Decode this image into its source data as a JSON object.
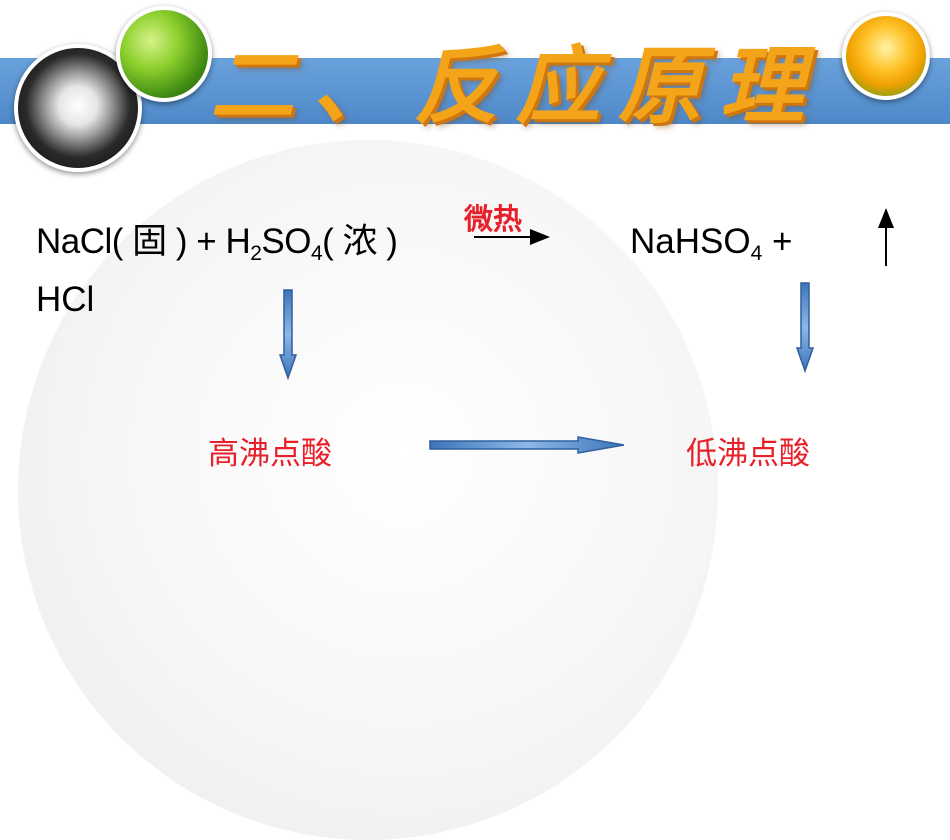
{
  "slide": {
    "title": "二、反应原理",
    "equation": {
      "left_part1": "NaCl( 固 ) + H",
      "left_sub1": "2",
      "left_part2": "SO",
      "left_sub2": "4",
      "left_part3": "( 浓 )",
      "condition": "微热",
      "right_part1": "NaHSO",
      "right_sub1": "4",
      "right_part2": " +",
      "product_line2": "HCl"
    },
    "labels": {
      "high_boiling_acid": "高沸点酸",
      "low_boiling_acid": "低沸点酸"
    },
    "colors": {
      "accent_red": "#e8202a",
      "header_blue": "#5a92d2",
      "title_orange": "#f3a418",
      "arrow_blue": "#4f86c6"
    },
    "icons": [
      "dandelion-photo-icon",
      "leaf-photo-icon",
      "flower-photo-icon",
      "gas-up-arrow-icon"
    ]
  }
}
